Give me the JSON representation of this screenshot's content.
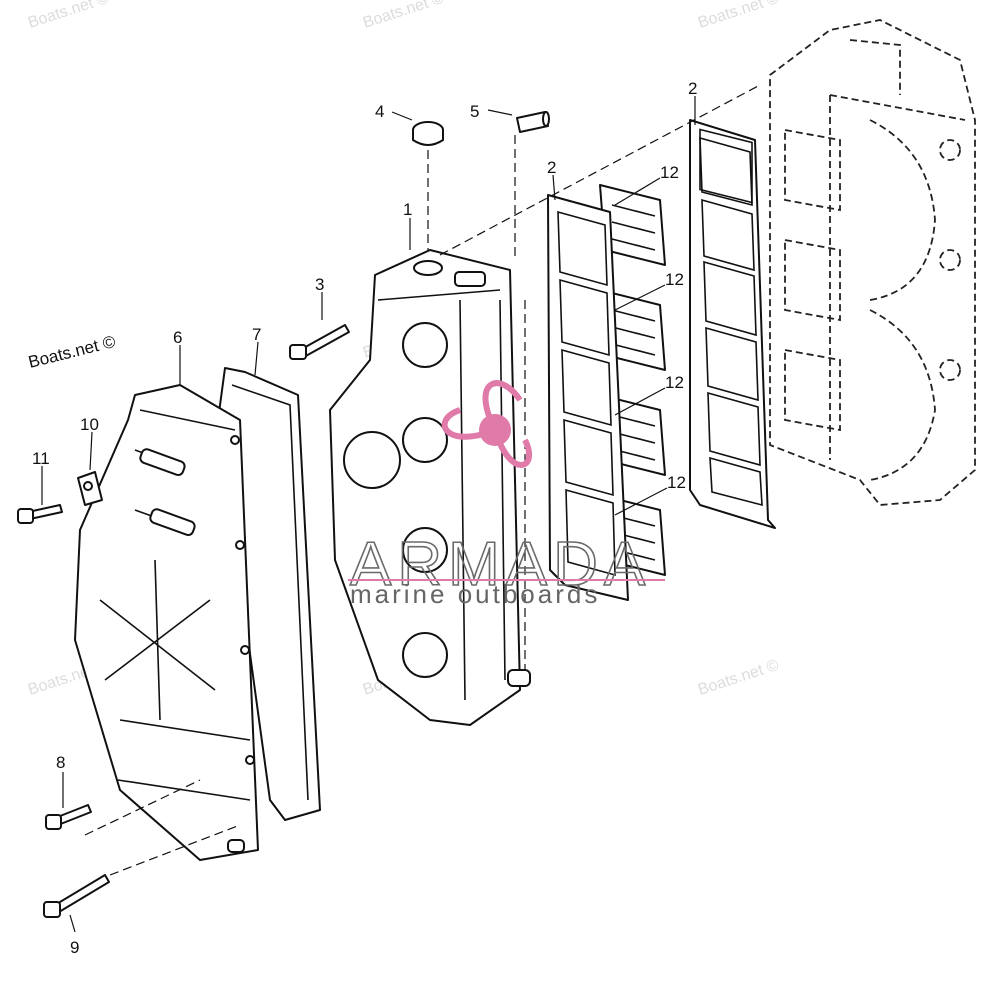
{
  "credit": "Boats.net ©",
  "watermark": {
    "boats": "Boats.net ©",
    "brand": "ARMADA",
    "tagline": "marine outboards",
    "brand_color": "#e07aa8"
  },
  "callouts": [
    "1",
    "2",
    "2",
    "3",
    "4",
    "5",
    "6",
    "7",
    "8",
    "9",
    "10",
    "11",
    "12",
    "12",
    "12",
    "12"
  ]
}
